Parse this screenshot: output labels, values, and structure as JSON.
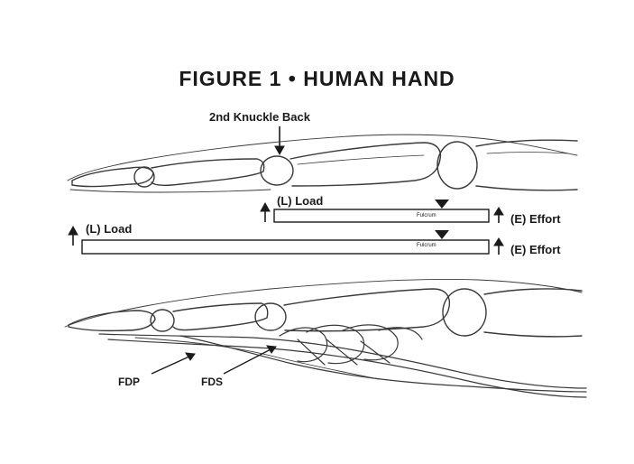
{
  "figure": {
    "title": "FIGURE 1 • HUMAN HAND"
  },
  "labels": {
    "knuckle": "2nd Knuckle Back",
    "load_top": "(L) Load",
    "load_bottom": "(L) Load",
    "effort_top": "(E) Effort",
    "effort_bottom": "(E) Effort",
    "fulcrum_top": "Fulcrum",
    "fulcrum_bottom": "Fulcrum",
    "fdp": "FDP",
    "fds": "FDS"
  },
  "colors": {
    "ink": "#1a1a1a",
    "bone_outline": "#333333",
    "background": "#ffffff"
  }
}
